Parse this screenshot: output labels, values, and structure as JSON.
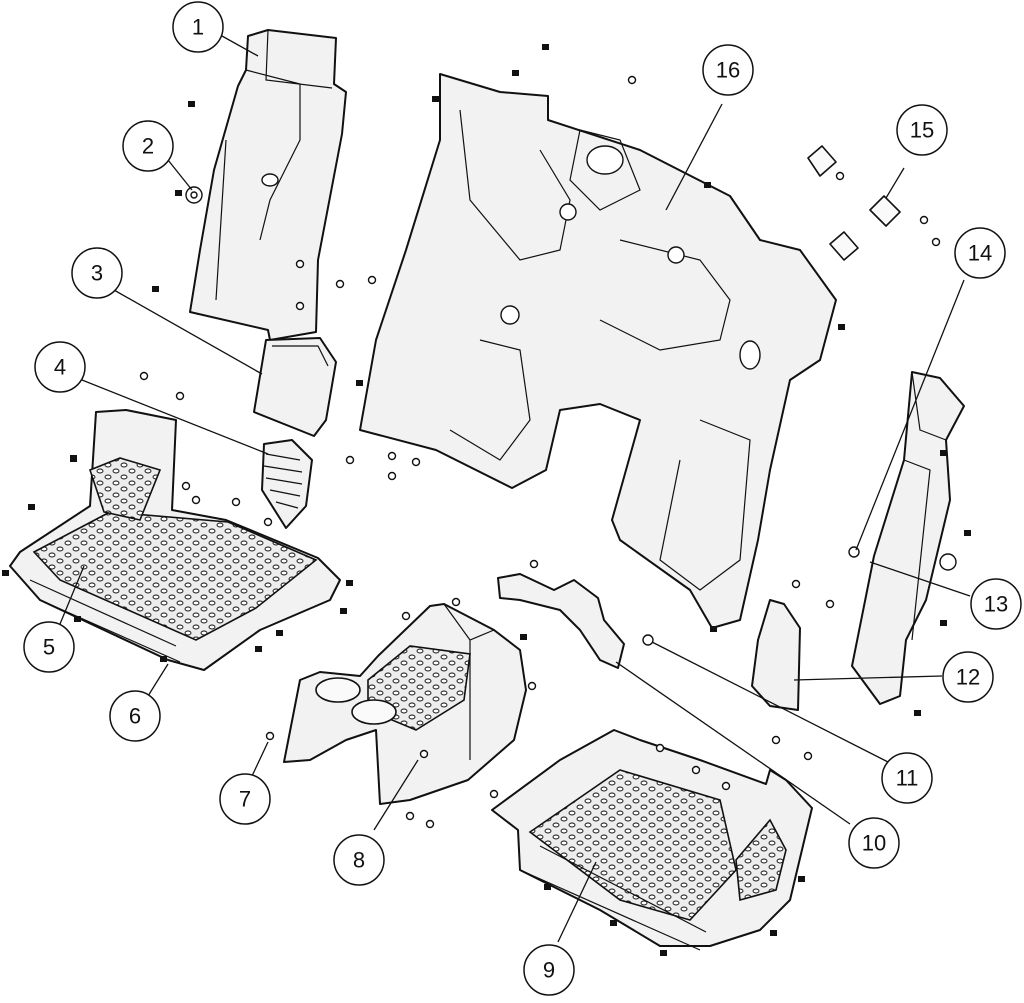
{
  "diagram": {
    "type": "exploded-parts-view",
    "colors": {
      "line": "#111111",
      "part_fill": "#f2f2f2",
      "background": "#ffffff"
    },
    "callouts": [
      {
        "id": "c1",
        "label": "1"
      },
      {
        "id": "c2",
        "label": "2"
      },
      {
        "id": "c3",
        "label": "3"
      },
      {
        "id": "c4",
        "label": "4"
      },
      {
        "id": "c5",
        "label": "5"
      },
      {
        "id": "c6",
        "label": "6"
      },
      {
        "id": "c7",
        "label": "7"
      },
      {
        "id": "c8",
        "label": "8"
      },
      {
        "id": "c9",
        "label": "9"
      },
      {
        "id": "c10",
        "label": "10"
      },
      {
        "id": "c11",
        "label": "11"
      },
      {
        "id": "c12",
        "label": "12"
      },
      {
        "id": "c13",
        "label": "13"
      },
      {
        "id": "c14",
        "label": "14"
      },
      {
        "id": "c15",
        "label": "15"
      },
      {
        "id": "c16",
        "label": "16"
      }
    ]
  }
}
